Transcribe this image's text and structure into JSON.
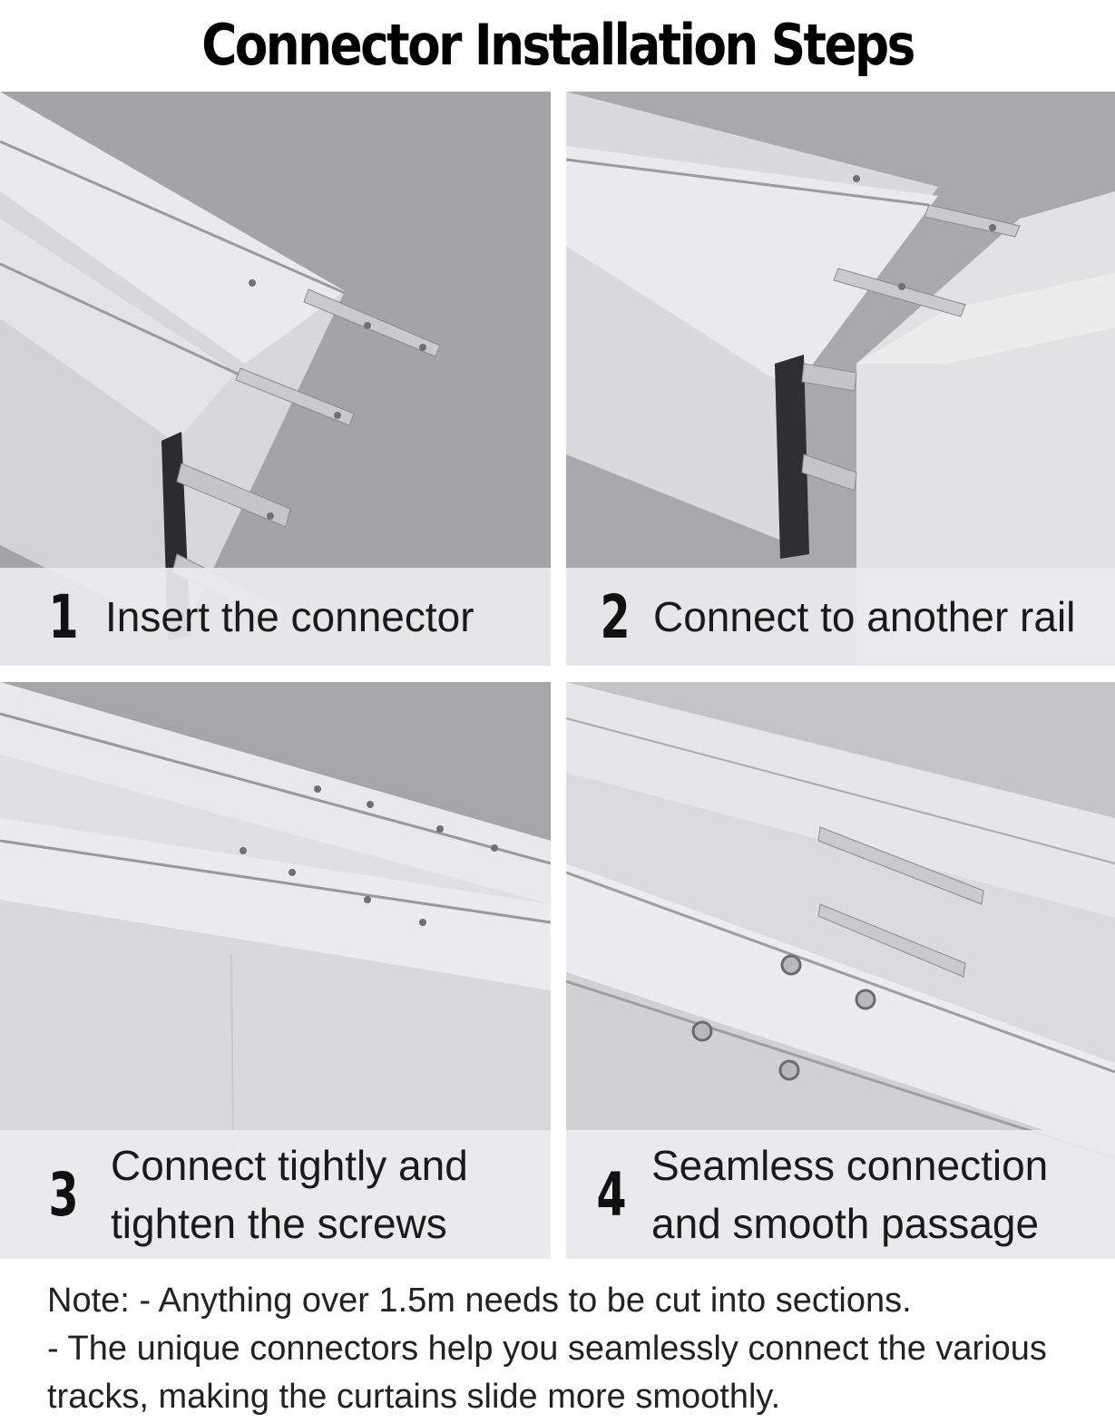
{
  "title": "Connector Installation Steps",
  "steps": [
    {
      "number": "1",
      "text": "Insert the connector"
    },
    {
      "number": "2",
      "text": "Connect to another rail"
    },
    {
      "number": "3",
      "text_line1": "Connect tightly and",
      "text_line2": "tighten the screws"
    },
    {
      "number": "4",
      "text_line1": "Seamless connection",
      "text_line2": "and smooth passage"
    }
  ],
  "note": {
    "line1": "Note: - Anything over 1.5m needs to be cut into sections.",
    "line2": "- The unique connectors help you seamlessly connect the various",
    "line3": "tracks, making the curtains slide more smoothly."
  }
}
